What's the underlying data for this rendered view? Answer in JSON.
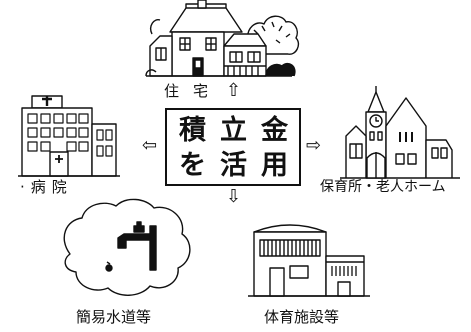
{
  "center": {
    "line1": [
      "積",
      "立",
      "金"
    ],
    "line2": [
      "を",
      "活",
      "用"
    ]
  },
  "arrows": {
    "up": "⇧",
    "down": "⇩",
    "left": "⇦",
    "right": "⇨"
  },
  "labels": {
    "housing": "住宅",
    "hospital": "·病院",
    "nursery": "保育所・老人ホーム",
    "water": "簡易水道等",
    "gym": "体育施設等"
  },
  "colors": {
    "ink": "#111111",
    "background": "#ffffff"
  },
  "icons": [
    "house-icon",
    "hospital-icon",
    "nursery-icon",
    "water-tap-icon",
    "gymnasium-icon"
  ]
}
